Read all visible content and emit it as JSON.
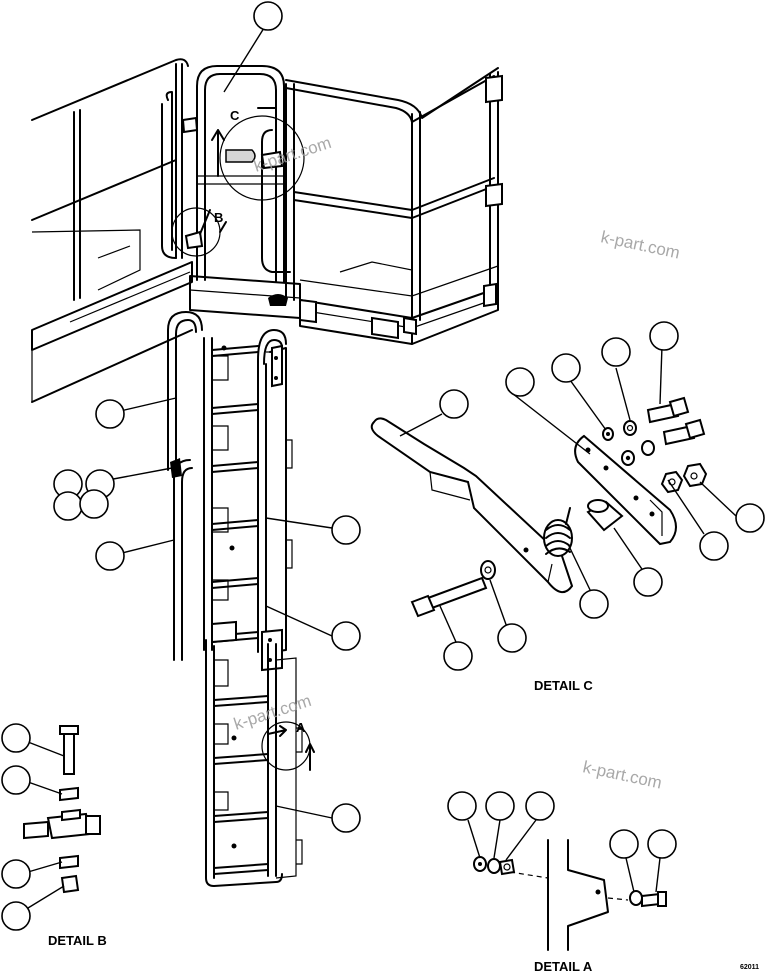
{
  "labels": {
    "detail_a": "DETAIL A",
    "detail_b": "DETAIL B",
    "detail_c": "DETAIL C",
    "view_a": "A",
    "view_b": "B",
    "view_c": "C",
    "drawing_number": "62011"
  },
  "watermark": "k-part.com",
  "colors": {
    "ink": "#000000",
    "watermark": "#9a9a9a",
    "shade": "#d6d6d6"
  }
}
